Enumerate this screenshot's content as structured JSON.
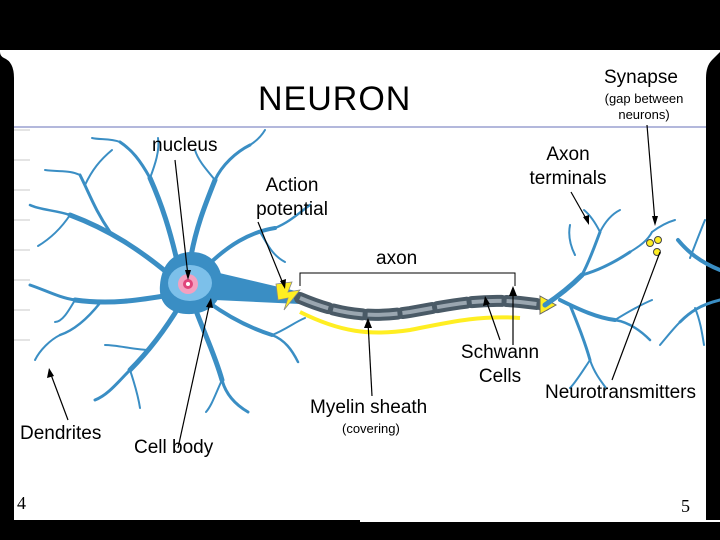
{
  "diagram": {
    "title": "NEURON",
    "labels": {
      "synapse": "Synapse",
      "synapse_note": "(gap between neurons)",
      "nucleus": "nucleus",
      "axon_terminals": "Axon terminals",
      "action_potential": "Action potential",
      "axon": "axon",
      "schwann_cells": "Schwann Cells",
      "neurotransmitters": "Neurotransmitters",
      "myelin_sheath": "Myelin sheath",
      "myelin_note": "(covering)",
      "dendrites": "Dendrites",
      "cell_body": "Cell body"
    }
  },
  "page_numbers": {
    "left": "4",
    "right": "5"
  },
  "colors": {
    "neuron_blue": "#3a8ec4",
    "myelin_yellow": "#ffee22",
    "frame_black": "#000000",
    "rule_purple": "#9aa0d0",
    "nucleus_pink": "#e0457b"
  }
}
